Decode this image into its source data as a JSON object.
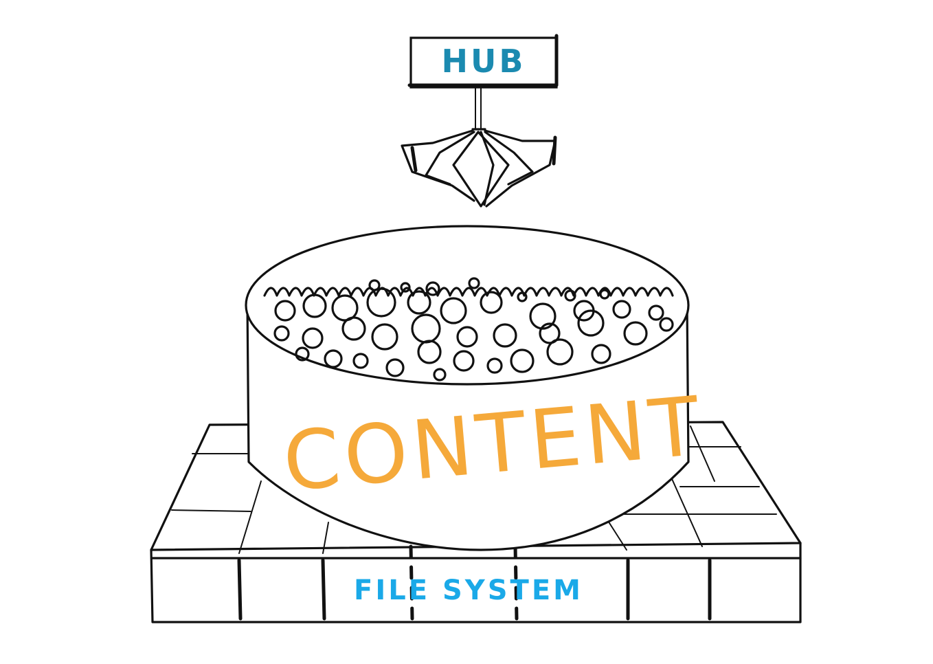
{
  "hub": {
    "label": "HUB",
    "color": "#1b8ab0"
  },
  "bucket": {
    "label": "CONTENT",
    "color": "#f5a93a"
  },
  "base": {
    "label": "FILE SYSTEM",
    "color": "#1aa9e8"
  },
  "icons": {
    "claw": "claw-icon",
    "bubbles": "content-bubbles"
  }
}
